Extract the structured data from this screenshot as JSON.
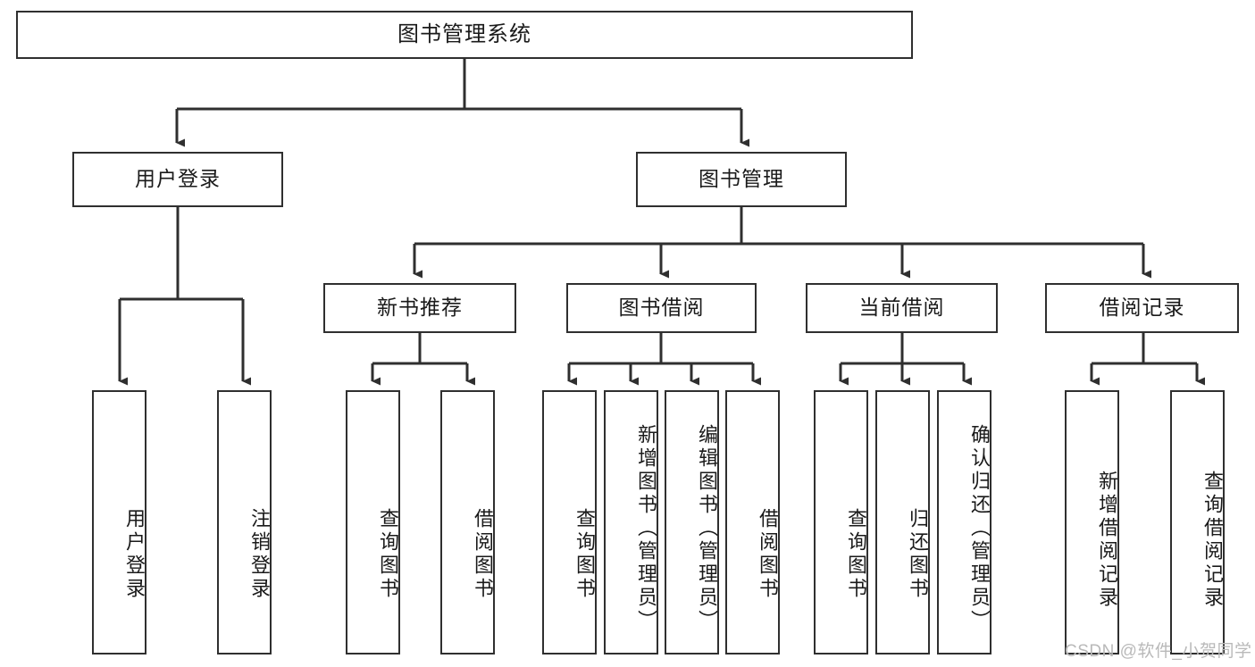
{
  "diagram": {
    "title": "图书管理系统",
    "type": "tree-hierarchy-functional-structure",
    "stroke_color": "#2f2f2f",
    "fill_color": "#ffffff",
    "text_color": "#1a1a1a"
  },
  "nodes": {
    "root": {
      "label": "图书管理系统"
    },
    "level2": [
      {
        "label": "用户登录"
      },
      {
        "label": "图书管理"
      }
    ],
    "level3": [
      {
        "label": "新书推荐"
      },
      {
        "label": "图书借阅"
      },
      {
        "label": "当前借阅"
      },
      {
        "label": "借阅记录"
      }
    ],
    "leaves_user_login": [
      {
        "label": "用户登录"
      },
      {
        "label": "注销登录"
      }
    ],
    "leaves_new_book": [
      {
        "label": "查询图书"
      },
      {
        "label": "借阅图书"
      }
    ],
    "leaves_borrow": [
      {
        "label": "查询图书"
      },
      {
        "label": "新增图书（管理员）"
      },
      {
        "label": "编辑图书（管理员）"
      },
      {
        "label": "借阅图书"
      }
    ],
    "leaves_current": [
      {
        "label": "查询图书"
      },
      {
        "label": "归还图书"
      },
      {
        "label": "确认归还（管理员）"
      }
    ],
    "leaves_record": [
      {
        "label": "新增借阅记录"
      },
      {
        "label": "查询借阅记录"
      }
    ]
  },
  "watermark": {
    "text": "CSDN @软件_小贺同学",
    "color": "#b9b9b9"
  }
}
